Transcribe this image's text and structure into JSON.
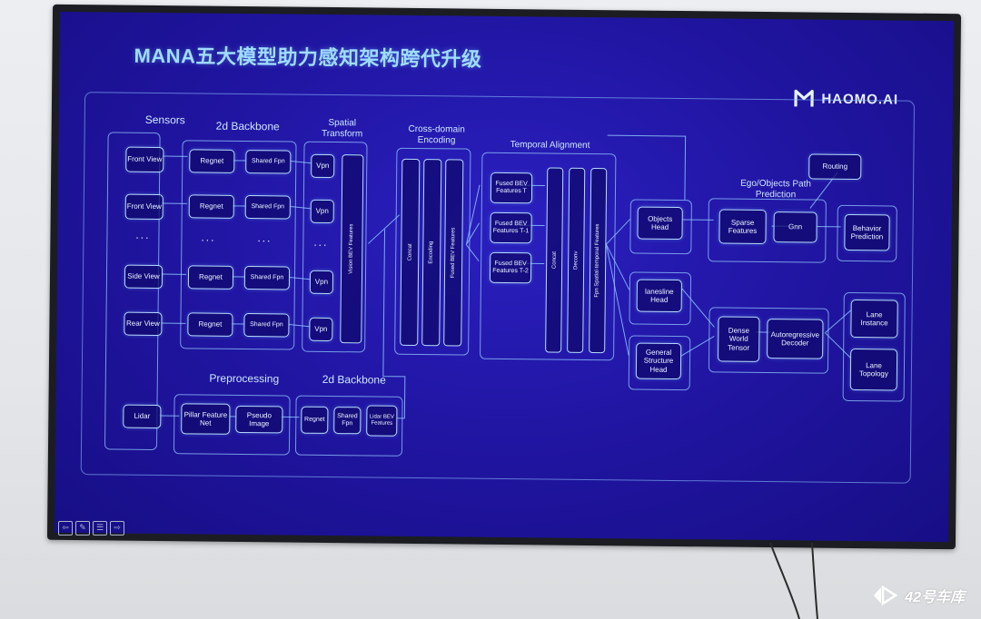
{
  "slide": {
    "title": "MANA五大模型助力感知架构跨代升级",
    "logo_text": "HAOMO.AI",
    "sections": {
      "sensors": "Sensors",
      "backbone_top": "2d Backbone",
      "spatial_transform": "Spatial Transform",
      "cross_domain": "Cross-domain Encoding",
      "temporal_alignment": "Temporal Alignment",
      "ego_objects": "Ego/Objects Path Prediction",
      "preprocessing": "Preprocessing",
      "backbone_bottom": "2d Backbone"
    },
    "sensors": [
      "Front View",
      "Front View",
      "Side View",
      "Rear View",
      "Lidar"
    ],
    "ellipsis": "...",
    "backbone_rows": [
      {
        "a": "Regnet",
        "b": "Shared Fpn"
      },
      {
        "a": "Regnet",
        "b": "Shared Fpn"
      },
      {
        "a": "Regnet",
        "b": "Shared Fpn"
      },
      {
        "a": "Regnet",
        "b": "Shared Fpn"
      }
    ],
    "vpn": [
      "Vpn",
      "Vpn",
      "Vpn",
      "Vpn"
    ],
    "vision_bev": "Vision BEV Features",
    "cross_bars": [
      "Concat",
      "Encoding",
      "Fused BEV Features"
    ],
    "fused_boxes": [
      "Fused BEV Features T",
      "Fused BEV Features T-1",
      "Fused BEV Features T-2"
    ],
    "temporal_bars": [
      "Concat",
      "Deconv",
      "Fpn Spatial-temporal Features"
    ],
    "heads": [
      "Objects Head",
      "lanesline Head",
      "General Structure Head"
    ],
    "routing": "Routing",
    "sparse_features": "Sparse Features",
    "gnn": "Gnn",
    "behavior_prediction": "Behavior Prediction",
    "dense_world_tensor": "Dense World Tensor",
    "autoregressive_decoder": "Autoregressive Decoder",
    "lane_instance": "Lane Instance",
    "lane_topology": "Lane Topology",
    "pillar_feature_net": "Pillar Feature Net",
    "pseudo_image": "Pseudo Image",
    "lidar_backbone": [
      "Regnet",
      "Shared Fpn",
      "Lidar BEV Features"
    ]
  },
  "watermark": "42号车库",
  "colors": {
    "screen_blue": "#1f149e",
    "title_cyan": "#9fdcff",
    "line_cyan": "#b8dcff",
    "wall": "#e6e8ec"
  }
}
